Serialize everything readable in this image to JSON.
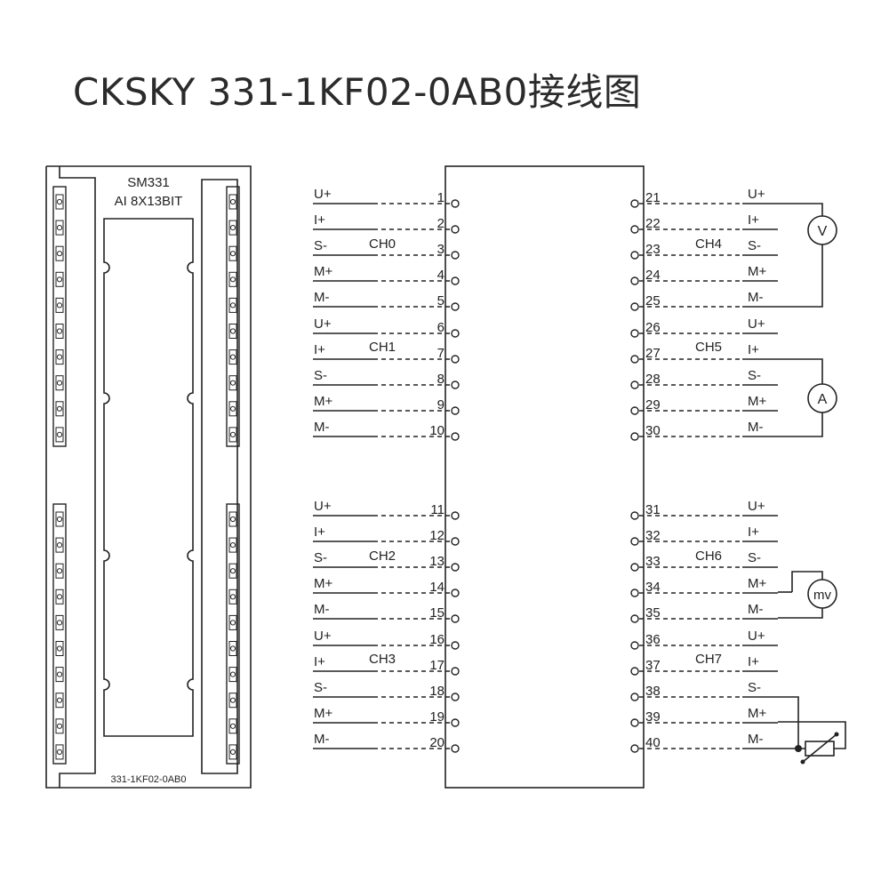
{
  "title": "CKSKY  331-1KF02-0AB0接线图",
  "module": {
    "name": "SM331",
    "desc": "AI 8X13BIT",
    "part": "331-1KF02-0AB0"
  },
  "left_pins": [
    {
      "num": "1",
      "label": "U+"
    },
    {
      "num": "2",
      "label": "I+"
    },
    {
      "num": "3",
      "label": "S-"
    },
    {
      "num": "4",
      "label": "M+"
    },
    {
      "num": "5",
      "label": "M-"
    },
    {
      "num": "6",
      "label": "U+"
    },
    {
      "num": "7",
      "label": "I+"
    },
    {
      "num": "8",
      "label": "S-"
    },
    {
      "num": "9",
      "label": "M+"
    },
    {
      "num": "10",
      "label": "M-"
    },
    {
      "num": "11",
      "label": "U+"
    },
    {
      "num": "12",
      "label": "I+"
    },
    {
      "num": "13",
      "label": "S-"
    },
    {
      "num": "14",
      "label": "M+"
    },
    {
      "num": "15",
      "label": "M-"
    },
    {
      "num": "16",
      "label": "U+"
    },
    {
      "num": "17",
      "label": "I+"
    },
    {
      "num": "18",
      "label": "S-"
    },
    {
      "num": "19",
      "label": "M+"
    },
    {
      "num": "20",
      "label": "M-"
    }
  ],
  "right_pins": [
    {
      "num": "21",
      "label": "U+"
    },
    {
      "num": "22",
      "label": "I+"
    },
    {
      "num": "23",
      "label": "S-"
    },
    {
      "num": "24",
      "label": "M+"
    },
    {
      "num": "25",
      "label": "M-"
    },
    {
      "num": "26",
      "label": "U+"
    },
    {
      "num": "27",
      "label": "I+"
    },
    {
      "num": "28",
      "label": "S-"
    },
    {
      "num": "29",
      "label": "M+"
    },
    {
      "num": "30",
      "label": "M-"
    },
    {
      "num": "31",
      "label": "U+"
    },
    {
      "num": "32",
      "label": "I+"
    },
    {
      "num": "33",
      "label": "S-"
    },
    {
      "num": "34",
      "label": "M+"
    },
    {
      "num": "35",
      "label": "M-"
    },
    {
      "num": "36",
      "label": "U+"
    },
    {
      "num": "37",
      "label": "I+"
    },
    {
      "num": "38",
      "label": "S-"
    },
    {
      "num": "39",
      "label": "M+"
    },
    {
      "num": "40",
      "label": "M-"
    }
  ],
  "left_channels": [
    "CH0",
    "CH1",
    "CH2",
    "CH3"
  ],
  "right_channels": [
    "CH4",
    "CH5",
    "CH6",
    "CH7"
  ],
  "meters": {
    "voltmeter": "V",
    "ammeter": "A",
    "millivolt": "mv"
  }
}
